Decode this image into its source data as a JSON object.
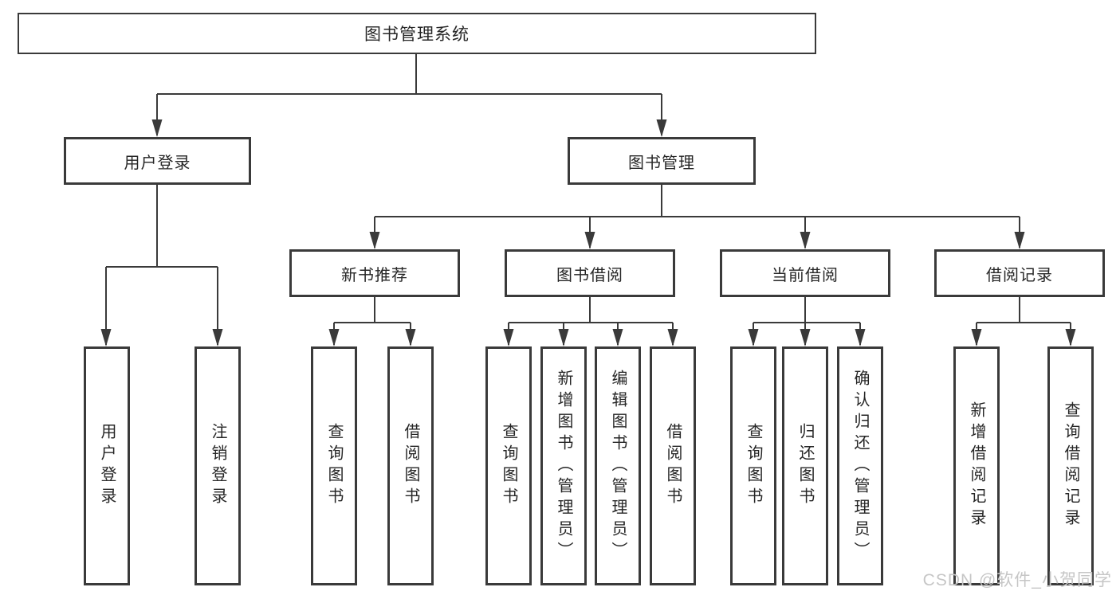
{
  "diagram_title": "图书管理系统",
  "tree": {
    "root": {
      "label": "图书管理系统",
      "children": [
        {
          "label": "用户登录",
          "children": [
            {
              "label": "用户登录"
            },
            {
              "label": "注销登录"
            }
          ]
        },
        {
          "label": "图书管理",
          "children": [
            {
              "label": "新书推荐",
              "children": [
                {
                  "label": "查询图书"
                },
                {
                  "label": "借阅图书"
                }
              ]
            },
            {
              "label": "图书借阅",
              "children": [
                {
                  "label": "查询图书"
                },
                {
                  "label": "新增图书（管理员）"
                },
                {
                  "label": "编辑图书（管理员）"
                },
                {
                  "label": "借阅图书"
                }
              ]
            },
            {
              "label": "当前借阅",
              "children": [
                {
                  "label": "查询图书"
                },
                {
                  "label": "归还图书"
                },
                {
                  "label": "确认归还（管理员）"
                }
              ]
            },
            {
              "label": "借阅记录",
              "children": [
                {
                  "label": "新增借阅记录"
                },
                {
                  "label": "查询借阅记录"
                }
              ]
            }
          ]
        }
      ]
    }
  },
  "watermark": {
    "text": "CSDN @软件_小贺同学"
  },
  "colors": {
    "line": "#3a3a3a",
    "text": "#262626",
    "background": "#ffffff",
    "watermark": "#c6c6c6"
  }
}
